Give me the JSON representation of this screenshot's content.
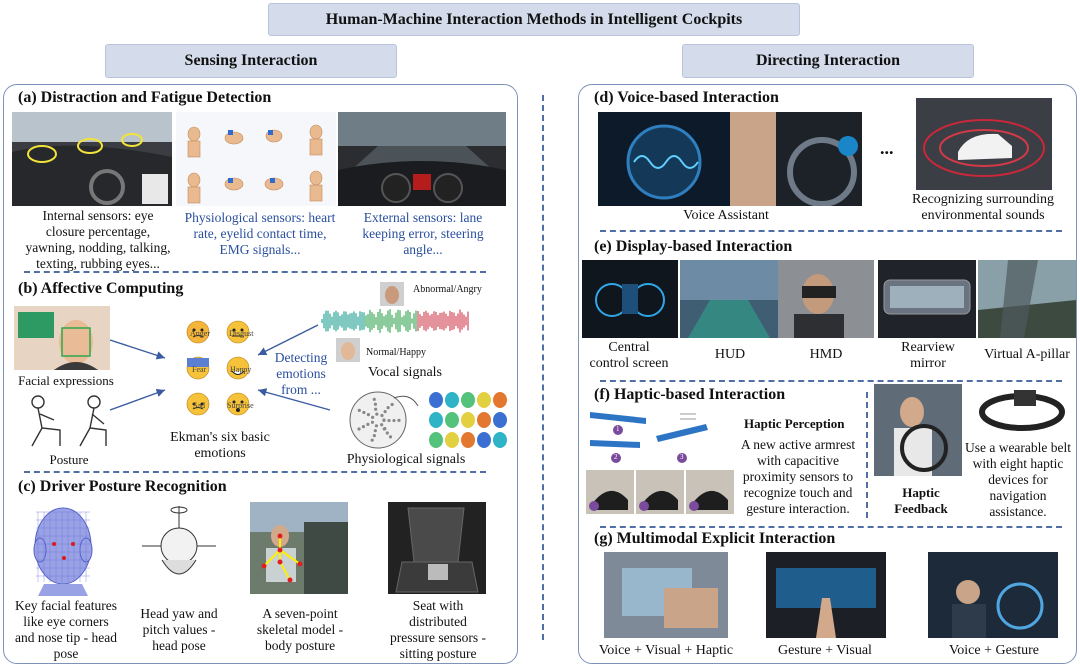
{
  "title": "Human-Machine Interaction Methods in Intelligent Cockpits",
  "left_header": "Sensing Interaction",
  "right_header": "Directing Interaction",
  "sensing": {
    "a": {
      "title": "(a) Distraction and Fatigue Detection",
      "internal": "Internal sensors: eye closure percentage, yawning, nodding, talking, texting, rubbing eyes...",
      "physio": "Physiological sensors: heart rate, eyelid contact time, EMG signals...",
      "external": "External sensors: lane keeping error, steering angle..."
    },
    "b": {
      "title": "(b) Affective Computing",
      "facial": "Facial expressions",
      "posture": "Posture",
      "ekman": "Ekman's six basic emotions",
      "detecting": "Detecting emotions from ...",
      "abnormal": "Abnormal/Angry",
      "normal": "Normal/Happy",
      "vocal": "Vocal signals",
      "physiological": "Physiological signals",
      "emotions": [
        "Anger",
        "Disgust",
        "Fear",
        "Happy",
        "Sad",
        "Surprise"
      ]
    },
    "c": {
      "title": "(c) Driver Posture Recognition",
      "items": [
        "Key facial features like eye corners and nose tip - head pose",
        "Head yaw and pitch values - head pose",
        "A seven-point skeletal model - body posture",
        "Seat with distributed pressure sensors - sitting posture"
      ]
    }
  },
  "directing": {
    "d": {
      "title": "(d) Voice-based Interaction",
      "voice_assistant": "Voice Assistant",
      "ellipsis": "...",
      "surrounding": "Recognizing surrounding environmental sounds"
    },
    "e": {
      "title": "(e) Display-based Interaction",
      "items": [
        "Central control screen",
        "HUD",
        "HMD",
        "Rearview mirror",
        "Virtual A-pillar"
      ]
    },
    "f": {
      "title": "(f) Haptic-based Interaction",
      "perception_title": "Haptic Perception",
      "perception_text": "A new active armrest with capacitive proximity sensors to recognize touch and gesture interaction.",
      "feedback": "Haptic Feedback",
      "belt_text": "Use a wearable belt with eight haptic devices for navigation assistance.",
      "steps": [
        "1",
        "2",
        "3"
      ]
    },
    "g": {
      "title": "(g) Multimodal Explicit Interaction",
      "items": [
        "Voice + Visual + Haptic",
        "Gesture + Visual",
        "Voice + Gesture"
      ]
    }
  },
  "colors": {
    "banner": "#d4dcec",
    "panel_border": "#7d93b8",
    "dash": "#4f6fa6",
    "blue_text": "#2a4f9e"
  }
}
